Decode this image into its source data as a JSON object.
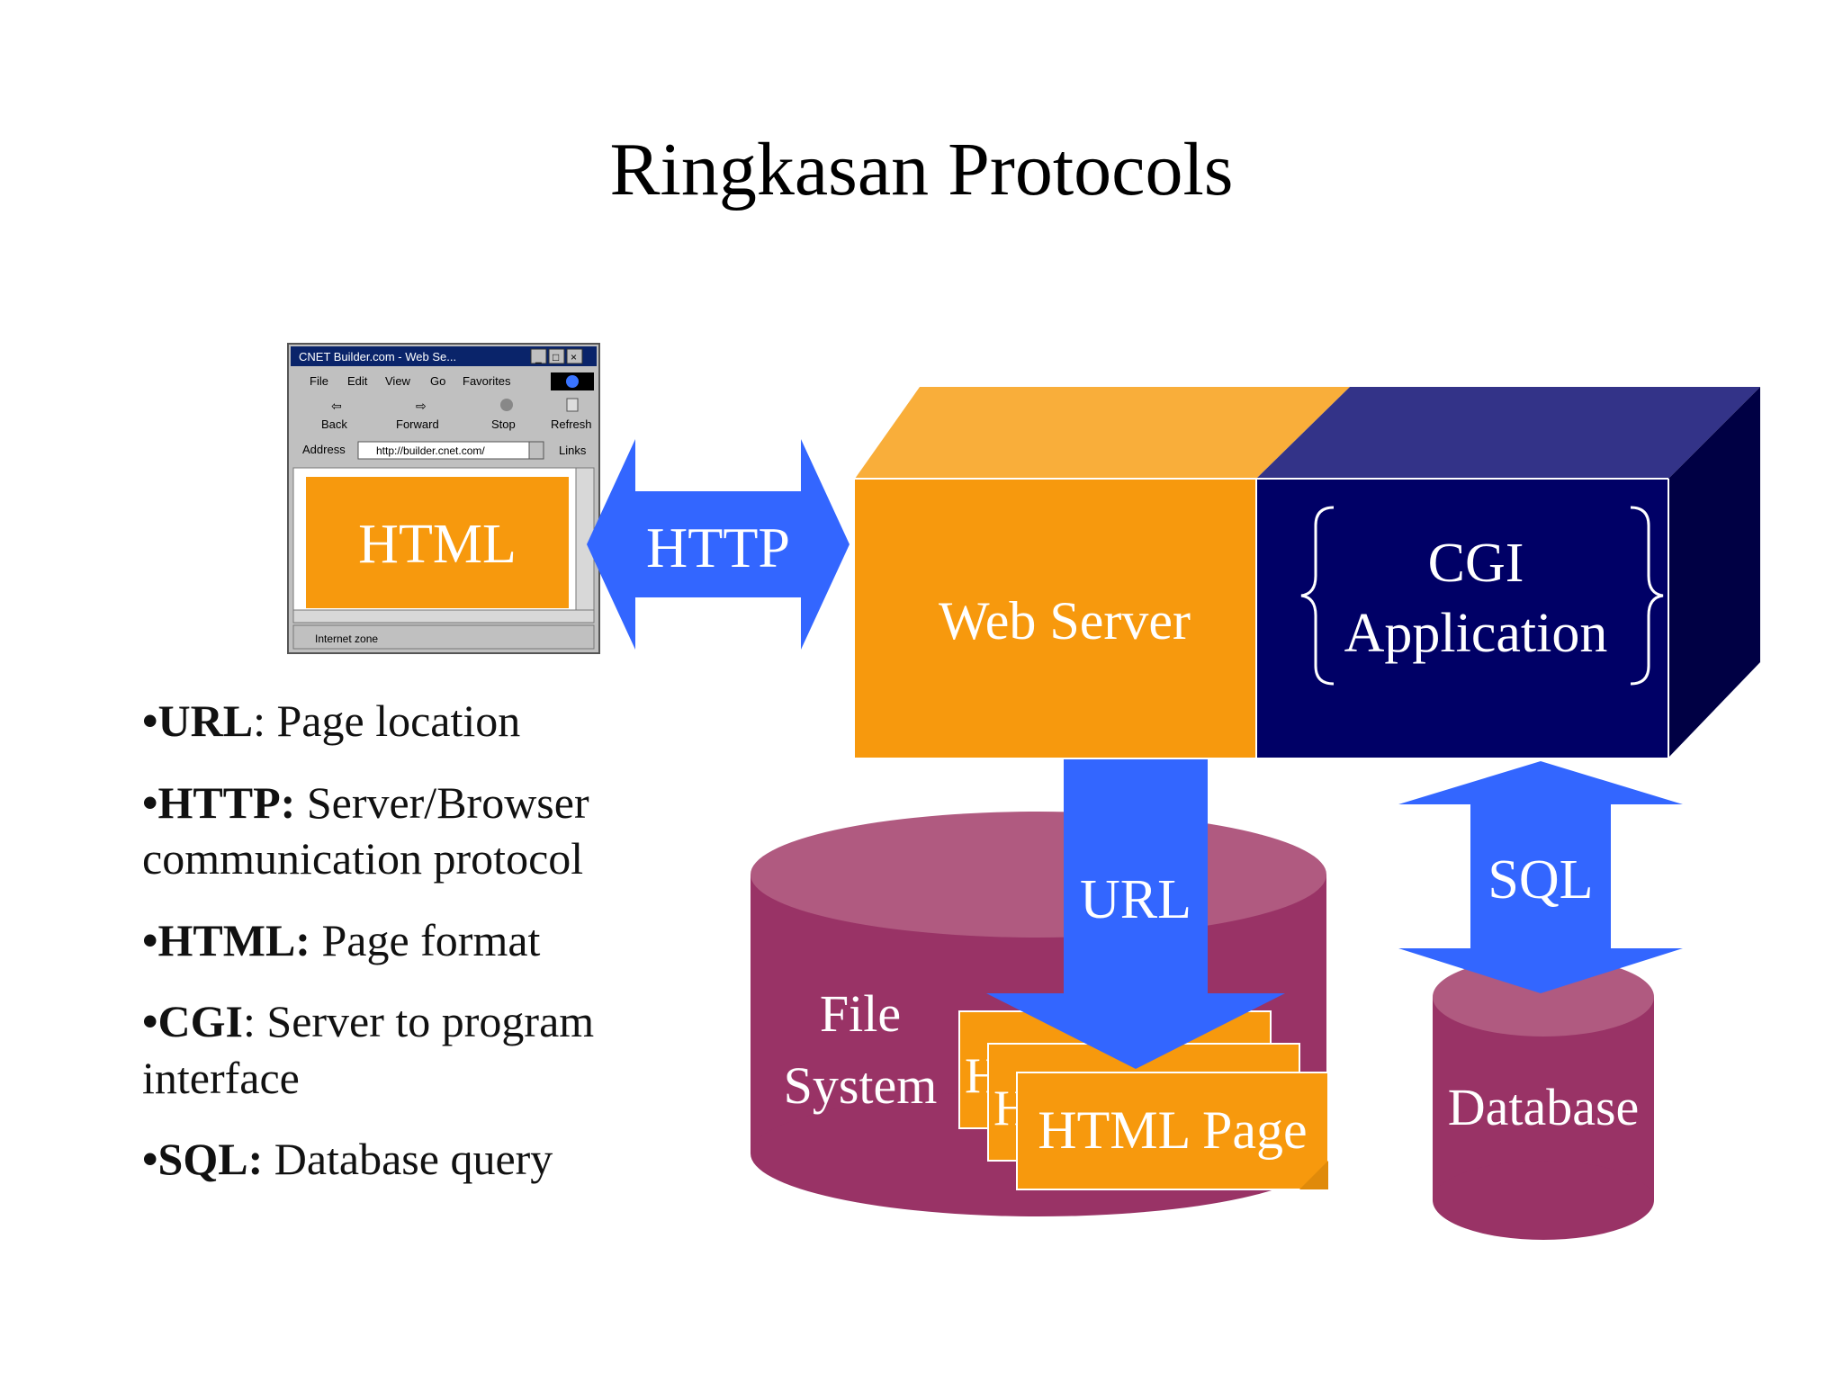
{
  "title": "Ringkasan Protocols",
  "browser": {
    "window_title": "CNET Builder.com - Web Se...",
    "menu": [
      "File",
      "Edit",
      "View",
      "Go",
      "Favorites"
    ],
    "toolbar": [
      "Back",
      "Forward",
      "Stop",
      "Refresh"
    ],
    "address_label": "Address",
    "address_value": "http://builder.cnet.com/",
    "links_label": "Links",
    "status": "Internet zone",
    "content_label": "HTML"
  },
  "diagram": {
    "http_label": "HTTP",
    "web_server_label": "Web Server",
    "cgi_line1": "CGI",
    "cgi_line2": "Application",
    "url_label": "URL",
    "sql_label": "SQL",
    "fs_line1": "File",
    "fs_line2": "System",
    "page_label": "HTML Page",
    "page_stub": "H",
    "database_label": "Database"
  },
  "bullets": [
    {
      "term": "URL",
      "sep": ": ",
      "desc": "Page location"
    },
    {
      "term": "HTTP:",
      "sep": " ",
      "desc": "Server/Browser communication protocol"
    },
    {
      "term": "HTML:",
      "sep": " ",
      "desc": "Page format"
    },
    {
      "term": "CGI",
      "sep": ": ",
      "desc": "Server to program interface"
    },
    {
      "term": "SQL:",
      "sep": " ",
      "desc": "Database query"
    }
  ],
  "colors": {
    "orange": "#F7990D",
    "orange_light": "#F9AE3A",
    "navy": "#000066",
    "navy_top": "#333388",
    "navy_side": "#000044",
    "blue_arrow": "#3366FF",
    "maroon": "#993366",
    "maroon_light": "#B05A80"
  }
}
